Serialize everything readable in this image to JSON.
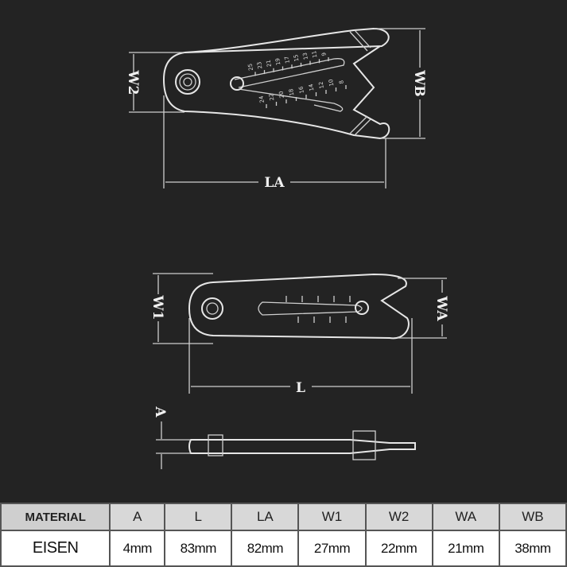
{
  "diagram": {
    "labels": {
      "w2": "W2",
      "wb": "WB",
      "la": "LA",
      "w1": "W1",
      "wa": "WA",
      "l": "L",
      "a": "A"
    },
    "top_scale_upper": [
      "9",
      "11",
      "13",
      "15",
      "17",
      "19",
      "21",
      "23",
      "25"
    ],
    "top_scale_lower": [
      "8",
      "10",
      "12",
      "14",
      "16",
      "18",
      "20",
      "22",
      "24"
    ]
  },
  "table": {
    "headers": [
      "MATERIAL",
      "A",
      "L",
      "LA",
      "W1",
      "W2",
      "WA",
      "WB"
    ],
    "rows": [
      [
        "EISEN",
        "4mm",
        "83mm",
        "82mm",
        "27mm",
        "22mm",
        "21mm",
        "38mm"
      ]
    ]
  }
}
